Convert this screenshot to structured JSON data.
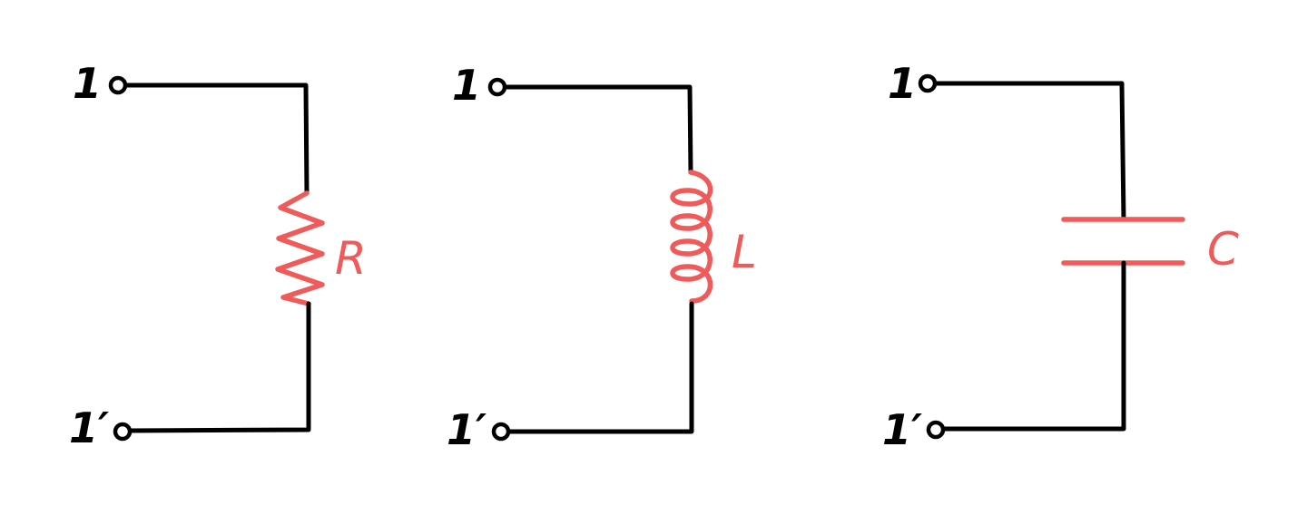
{
  "colors": {
    "wire": "#000000",
    "component": "#ef5a5a"
  },
  "circuits": [
    {
      "id": "resistor",
      "component": "resistor",
      "top_terminal": "1",
      "bottom_terminal": "1′",
      "label": "R"
    },
    {
      "id": "inductor",
      "component": "inductor",
      "top_terminal": "1",
      "bottom_terminal": "1′",
      "label": "L"
    },
    {
      "id": "capacitor",
      "component": "capacitor",
      "top_terminal": "1",
      "bottom_terminal": "1′",
      "label": "C"
    }
  ]
}
